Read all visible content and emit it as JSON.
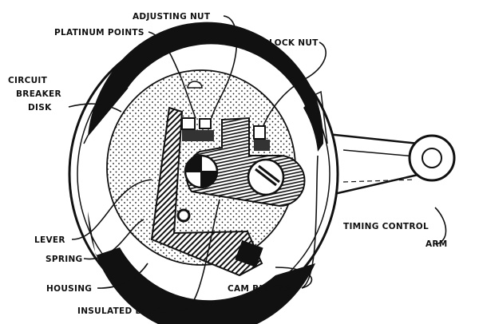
{
  "labels": {
    "adjusting_nut": "ADJUSTING NUT",
    "platinum_points": "PLATINUM POINTS",
    "lock_nut": "LOCK NUT",
    "circuit_breaker_disk": [
      "CIRCUIT",
      "BREAKER",
      "DISK"
    ],
    "timing_control_arm": [
      "TIMING CONTROL",
      "ARM"
    ],
    "lever": "LEVER",
    "spring": "SPRING",
    "housing": "HOUSING",
    "cam_blocks": "CAM BLOCKS",
    "insulated_block": "INSULATED BLOCK"
  },
  "colors": {
    "ink": "#111111",
    "paper": "#ffffff"
  }
}
